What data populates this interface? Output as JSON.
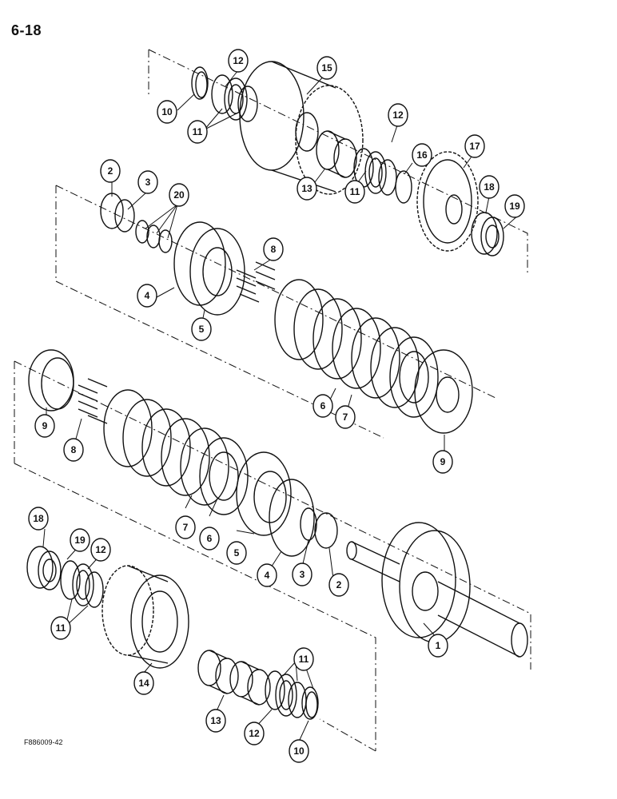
{
  "page": {
    "number": "6-18",
    "figure_code": "F886009-42"
  },
  "callouts": [
    "1",
    "2",
    "3",
    "4",
    "5",
    "6",
    "7",
    "8",
    "9",
    "10",
    "11",
    "12",
    "13",
    "14",
    "15",
    "16",
    "17",
    "18",
    "19",
    "20"
  ]
}
